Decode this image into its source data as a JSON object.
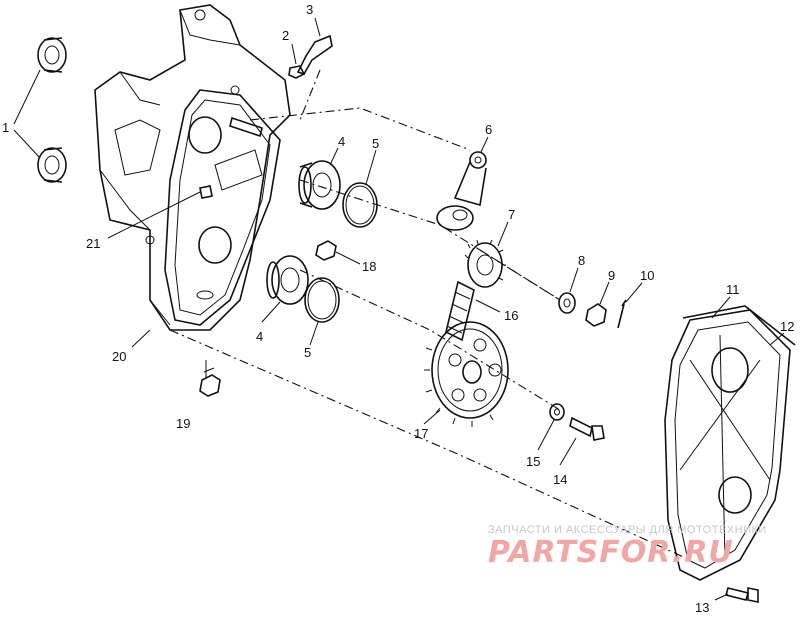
{
  "callouts": {
    "c1": "1",
    "c2": "2",
    "c3": "3",
    "c4a": "4",
    "c4b": "4",
    "c5a": "5",
    "c5b": "5",
    "c6": "6",
    "c7": "7",
    "c8": "8",
    "c9": "9",
    "c10": "10",
    "c11": "11",
    "c12": "12",
    "c13": "13",
    "c14": "14",
    "c15": "15",
    "c16": "16",
    "c17": "17",
    "c18": "18",
    "c19": "19",
    "c20": "20",
    "c21": "21"
  },
  "watermark": {
    "caption": "ЗАПЧАСТИ И АКСЕССУАРЫ ДЛЯ МОТОТЕХНИКИ",
    "brand": "PARTSFOR.RU"
  }
}
